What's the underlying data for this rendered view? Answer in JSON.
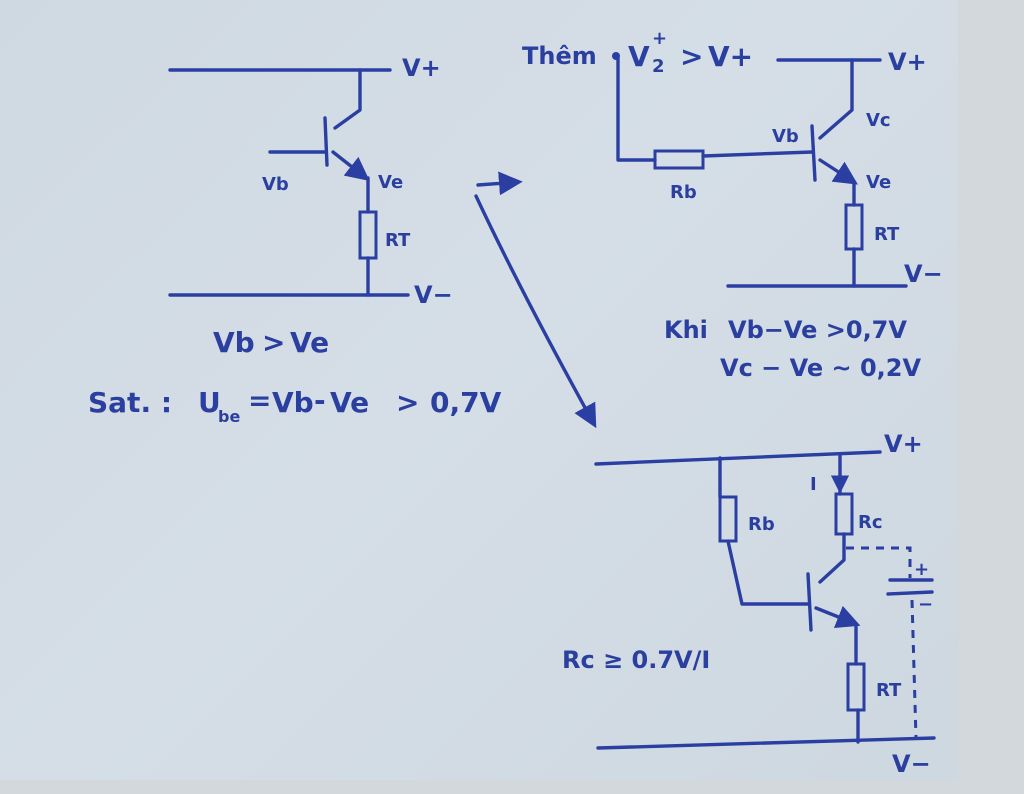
{
  "circuit1": {
    "v_plus": "V+",
    "v_minus": "V−",
    "vb": "Vb",
    "ve": "Ve",
    "rt": "RT",
    "cond_main": "Vb",
    "cond_gt": ">",
    "cond_ve": "Ve",
    "sat_label": "Sat. :",
    "ube_u": "U",
    "ube_sub": "be",
    "ube_eq": "=",
    "ube_vb": "Vb",
    "ube_minus": "-",
    "ube_ve": "Ve",
    "ube_gt": ">",
    "ube_val": "0,7V"
  },
  "circuit2": {
    "them_label": "Thêm",
    "v2_expr_v": "V",
    "v2_expr_plus": "+",
    "v2_expr_2": "2",
    "v2_expr_gt": ">",
    "v2_expr_vplus": "V+",
    "v_plus": "V+",
    "vb": "Vb",
    "vc": "Vc",
    "ve": "Ve",
    "rb": "Rb",
    "rt": "RT",
    "v_minus": "V−",
    "khi_label": "Khi",
    "khi_expr": "Vb−Ve >0,7V",
    "vc_expr": "Vc − Ve ~ 0,2V"
  },
  "circuit3": {
    "v_plus": "V+",
    "current_i": "I",
    "rb": "Rb",
    "rc": "Rc",
    "rt": "RT",
    "cap_plus": "+",
    "cap_minus": "−",
    "v_minus": "V−",
    "rc_cond": "Rc ≥ 0.7V/I"
  }
}
